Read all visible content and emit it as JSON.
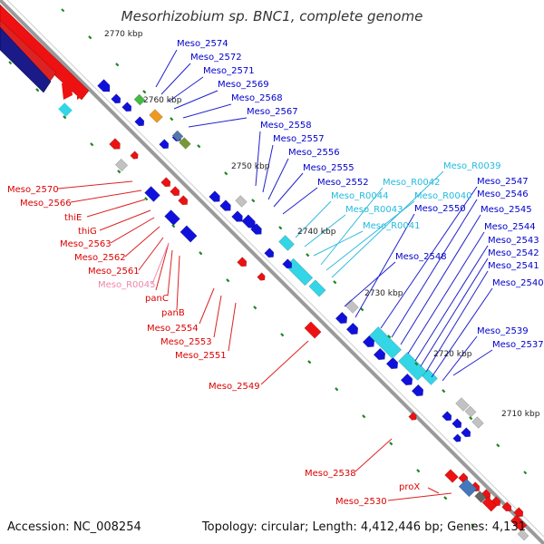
{
  "title": "Mesorhizobium sp. BNC1, complete genome",
  "footer": {
    "accession": "Accession: NC_008254",
    "stats": "Topology: circular; Length: 4,412,446 bp; Genes: 4,131"
  },
  "colors": {
    "blue": "#1010dd",
    "red": "#ee1111",
    "cyan": "#33d6e6",
    "label_blue": "#0000cc",
    "label_red": "#dd0000",
    "label_cyan": "#22bbdd",
    "label_pink": "#ee88aa",
    "tick": "#228822"
  },
  "scale_labels": [
    "2770 kbp",
    "2760 kbp",
    "2750 kbp",
    "2740 kbp",
    "2730 kbp",
    "2720 kbp",
    "2710 kbp"
  ],
  "top_right_labels": [
    {
      "text": "Meso_2574",
      "color": "blue"
    },
    {
      "text": "Meso_2572",
      "color": "blue"
    },
    {
      "text": "Meso_2571",
      "color": "blue"
    },
    {
      "text": "Meso_2569",
      "color": "blue"
    },
    {
      "text": "Meso_2568",
      "color": "blue"
    },
    {
      "text": "Meso_2567",
      "color": "blue"
    },
    {
      "text": "Meso_2558",
      "color": "blue"
    },
    {
      "text": "Meso_2557",
      "color": "blue"
    },
    {
      "text": "Meso_2556",
      "color": "blue"
    },
    {
      "text": "Meso_2555",
      "color": "blue"
    },
    {
      "text": "Meso_2552",
      "color": "blue"
    },
    {
      "text": "Meso_R0044",
      "color": "cyan"
    },
    {
      "text": "Meso_R0043",
      "color": "cyan"
    },
    {
      "text": "Meso_R0041",
      "color": "cyan"
    },
    {
      "text": "Meso_R0042",
      "color": "cyan"
    },
    {
      "text": "Meso_R0040",
      "color": "cyan"
    },
    {
      "text": "Meso_2550",
      "color": "blue"
    },
    {
      "text": "Meso_R0039",
      "color": "cyan"
    },
    {
      "text": "Meso_2547",
      "color": "blue"
    },
    {
      "text": "Meso_2546",
      "color": "blue"
    },
    {
      "text": "Meso_2545",
      "color": "blue"
    },
    {
      "text": "Meso_2548",
      "color": "blue"
    },
    {
      "text": "Meso_2544",
      "color": "blue"
    },
    {
      "text": "Meso_2543",
      "color": "blue"
    },
    {
      "text": "Meso_2542",
      "color": "blue"
    },
    {
      "text": "Meso_2541",
      "color": "blue"
    },
    {
      "text": "Meso_2540",
      "color": "blue"
    },
    {
      "text": "Meso_2539",
      "color": "blue"
    },
    {
      "text": "Meso_2537",
      "color": "blue"
    }
  ],
  "bottom_left_labels": [
    {
      "text": "Meso_2570",
      "color": "red"
    },
    {
      "text": "Meso_2566",
      "color": "red"
    },
    {
      "text": "thiE",
      "color": "red"
    },
    {
      "text": "thiG",
      "color": "red"
    },
    {
      "text": "Meso_2563",
      "color": "red"
    },
    {
      "text": "Meso_2562",
      "color": "red"
    },
    {
      "text": "Meso_2561",
      "color": "red"
    },
    {
      "text": "Meso_R0045",
      "color": "pink"
    },
    {
      "text": "panC",
      "color": "red"
    },
    {
      "text": "panB",
      "color": "red"
    },
    {
      "text": "Meso_2554",
      "color": "red"
    },
    {
      "text": "Meso_2553",
      "color": "red"
    },
    {
      "text": "Meso_2551",
      "color": "red"
    },
    {
      "text": "Meso_2549",
      "color": "red"
    },
    {
      "text": "Meso_2538",
      "color": "red"
    },
    {
      "text": "proX",
      "color": "red"
    },
    {
      "text": "Meso_2530",
      "color": "red"
    }
  ]
}
